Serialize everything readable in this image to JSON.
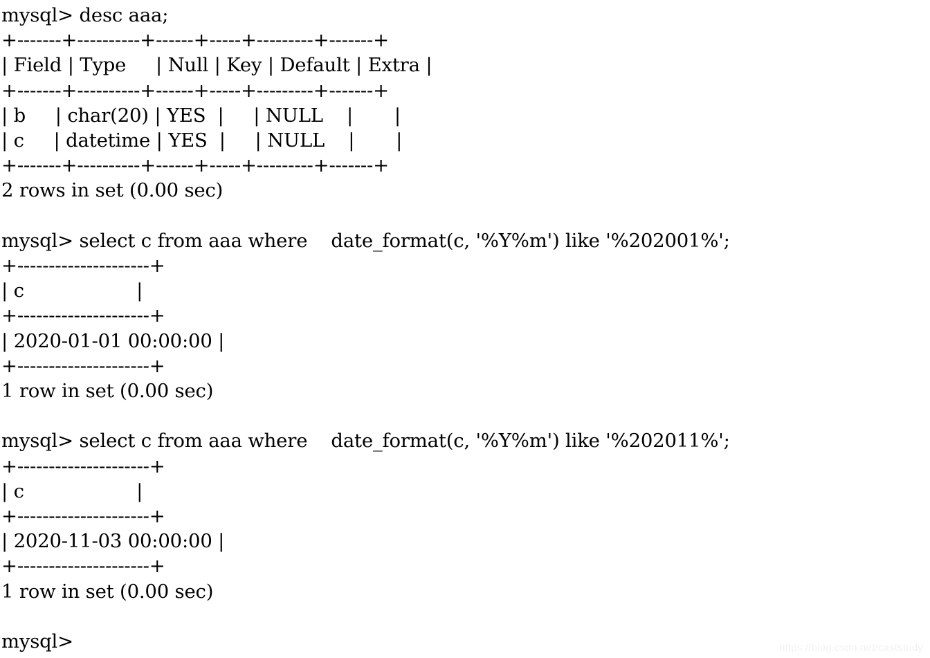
{
  "terminal": {
    "prompt": "mysql>",
    "background_color": "#ffffff",
    "text_color": "#000000",
    "watermark": "https://blog.csdn.net/caststudy",
    "watermark_color": "#f2f2f2",
    "final_prompt": "mysql>"
  },
  "blocks": [
    {
      "id": "desc-aaa",
      "command": "mysql> desc aaa;",
      "table": {
        "border_top": "+-------+----------+------+-----+---------+-------+",
        "header_row": "| Field | Type     | Null | Key | Default | Extra |",
        "border_middle": "+-------+----------+------+-----+---------+-------+",
        "rows": [
          "| b     | char(20) | YES  |     | NULL    |       |",
          "| c     | datetime | YES  |     | NULL    |       |"
        ],
        "border_bottom": "+-------+----------+------+-----+---------+-------+",
        "columns": [
          "Field",
          "Type",
          "Null",
          "Key",
          "Default",
          "Extra"
        ],
        "data": [
          {
            "Field": "b",
            "Type": "char(20)",
            "Null": "YES",
            "Key": "",
            "Default": "NULL",
            "Extra": ""
          },
          {
            "Field": "c",
            "Type": "datetime",
            "Null": "YES",
            "Key": "",
            "Default": "NULL",
            "Extra": ""
          }
        ]
      },
      "status": "2 rows in set (0.00 sec)"
    },
    {
      "id": "select-202001",
      "command": "mysql> select c from aaa where    date_format(c, '%Y%m') like '%202001%';",
      "table": {
        "border_top": "+---------------------+",
        "header_row": "| c                   |",
        "border_middle": "+---------------------+",
        "rows": [
          "| 2020-01-01 00:00:00 |"
        ],
        "border_bottom": "+---------------------+",
        "columns": [
          "c"
        ],
        "data": [
          {
            "c": "2020-01-01 00:00:00"
          }
        ]
      },
      "status": "1 row in set (0.00 sec)"
    },
    {
      "id": "select-202011",
      "command": "mysql> select c from aaa where    date_format(c, '%Y%m') like '%202011%';",
      "table": {
        "border_top": "+---------------------+",
        "header_row": "| c                   |",
        "border_middle": "+---------------------+",
        "rows": [
          "| 2020-11-03 00:00:00 |"
        ],
        "border_bottom": "+---------------------+",
        "columns": [
          "c"
        ],
        "data": [
          {
            "c": "2020-11-03 00:00:00"
          }
        ]
      },
      "status": "1 row in set (0.00 sec)"
    }
  ],
  "screen_text": "mysql> desc aaa;\n+-------+----------+------+-----+---------+-------+\n| Field | Type     | Null | Key | Default | Extra |\n+-------+----------+------+-----+---------+-------+\n| b     | char(20) | YES  |     | NULL    |       |\n| c     | datetime | YES  |     | NULL    |       |\n+-------+----------+------+-----+---------+-------+\n2 rows in set (0.00 sec)\n\nmysql> select c from aaa where    date_format(c, '%Y%m') like '%202001%';\n+---------------------+\n| c                   |\n+---------------------+\n| 2020-01-01 00:00:00 |\n+---------------------+\n1 row in set (0.00 sec)\n\nmysql> select c from aaa where    date_format(c, '%Y%m') like '%202011%';\n+---------------------+\n| c                   |\n+---------------------+\n| 2020-11-03 00:00:00 |\n+---------------------+\n1 row in set (0.00 sec)\n\nmysql>"
}
